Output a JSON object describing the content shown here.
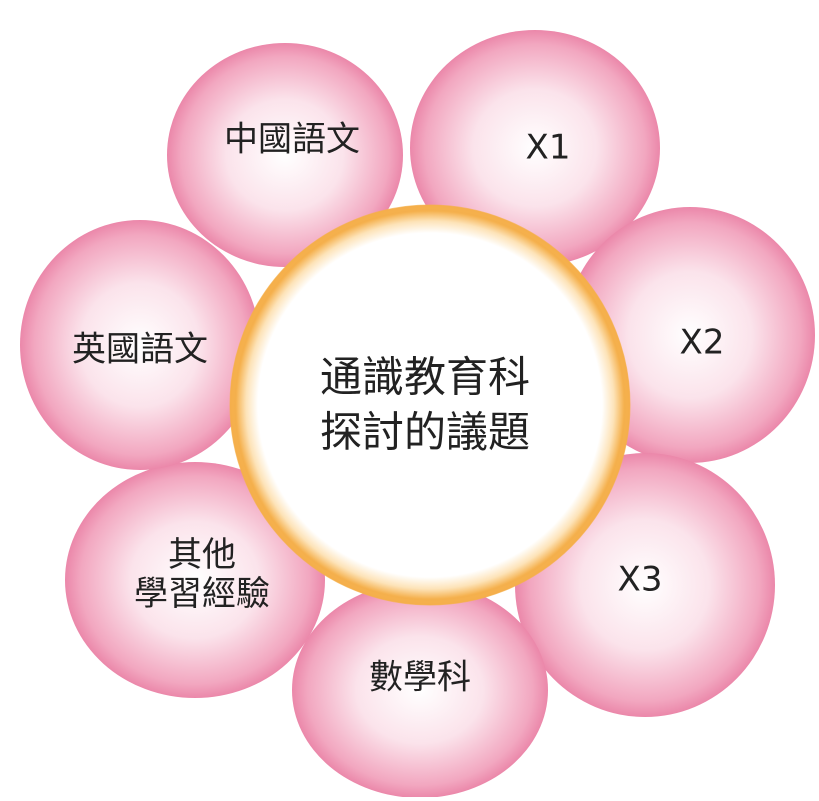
{
  "diagram": {
    "center": {
      "line1": "通識教育科",
      "line2": "探討的議題"
    },
    "petals": [
      {
        "id": "chinese",
        "text": "中國語文"
      },
      {
        "id": "x1",
        "text": "X1"
      },
      {
        "id": "x2",
        "text": "X2"
      },
      {
        "id": "x3",
        "text": "X3"
      },
      {
        "id": "math",
        "text": "數學科"
      },
      {
        "id": "other",
        "line1": "其他",
        "line2": "學習經驗"
      },
      {
        "id": "english",
        "text": "英國語文"
      }
    ],
    "colors": {
      "petal_fill": "#f6c6d6",
      "petal_edge": "#e56d97",
      "ring": "#f5b14e",
      "center_fill": "#ffffff"
    }
  }
}
